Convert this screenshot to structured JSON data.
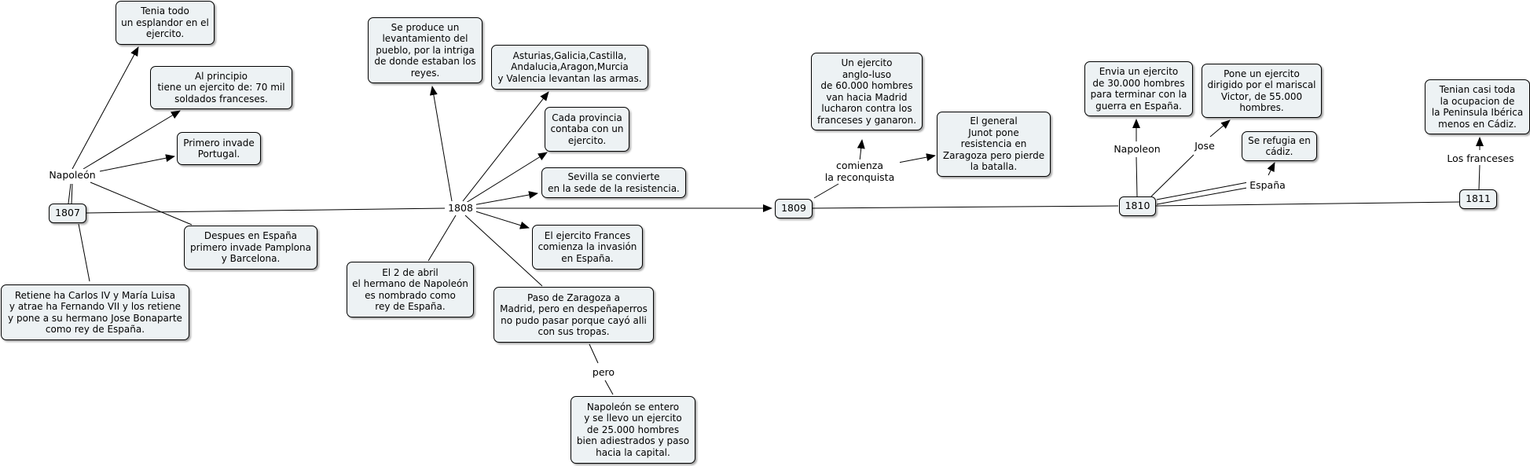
{
  "years": {
    "y1807": "1807",
    "y1808": "1808",
    "y1809": "1809",
    "y1810": "1810",
    "y1811": "1811"
  },
  "labels": {
    "napoleon1": "Napoleón",
    "comienza": "comienza\nla reconquista",
    "pero": "pero",
    "napoleon2": "Napoleon",
    "jose": "Jose",
    "espana": "España",
    "franceses": "Los franceses"
  },
  "concepts": {
    "tenia_todo": "Tenia todo\nun esplandor en el\nejercito.",
    "al_principio": "Al principio\ntiene un ejercito de: 70 mil\nsoldados franceses.",
    "primero_invade": "Primero invade\nPortugal.",
    "despues_espana": "Despues en España\nprimero invade Pamplona\ny Barcelona.",
    "retiene": "Retiene ha Carlos IV y María Luisa\ny atrae ha Fernando VII y los retiene\ny pone a su hermano Jose Bonaparte\ncomo rey de España.",
    "levantamiento": "Se produce un\nlevantamiento del\npueblo, por la intriga\nde donde estaban los\nreyes.",
    "asturias": "Asturias,Galicia,Castilla,\nAndalucia,Aragon,Murcia\ny Valencia levantan las armas.",
    "cada_provincia": "Cada provincia\ncontaba con un\nejercito.",
    "sevilla": "Sevilla se convierte\nen la sede de la resistencia.",
    "ejercito_frances": "El ejercito Frances\ncomienza la invasión\nen España.",
    "dos_abril": "El 2 de abril\nel hermano de Napoleón\nes nombrado como\nrey de España.",
    "paso_zaragoza": "Paso de Zaragoza a\nMadrid, pero en despeñaperros\nno pudo pasar porque cayó alli\ncon sus tropas.",
    "napoleon_entero": "Napoleón se entero\ny se llevo un ejercito\nde 25.000 hombres\nbien adiestrados y paso\nhacia la capital.",
    "anglo_luso": "Un ejercito\nanglo-luso\nde 60.000 hombres\nvan hacia Madrid\nlucharon contra los\nfranceses y ganaron.",
    "junot": "El general\nJunot pone\nresistencia en\nZaragoza pero pierde\nla batalla.",
    "envia": "Envia un ejercito\nde 30.000 hombres\npara terminar con la\nguerra en España.",
    "victor": "Pone un ejercito\ndirigido por el mariscal\nVictor, de 55.000\nhombres.",
    "refugia": "Se refugia en\ncádiz.",
    "tenian_casi": "Tenian casi toda\nla ocupacion de\nla Peninsula Ibérica\nmenos en Cádiz."
  }
}
